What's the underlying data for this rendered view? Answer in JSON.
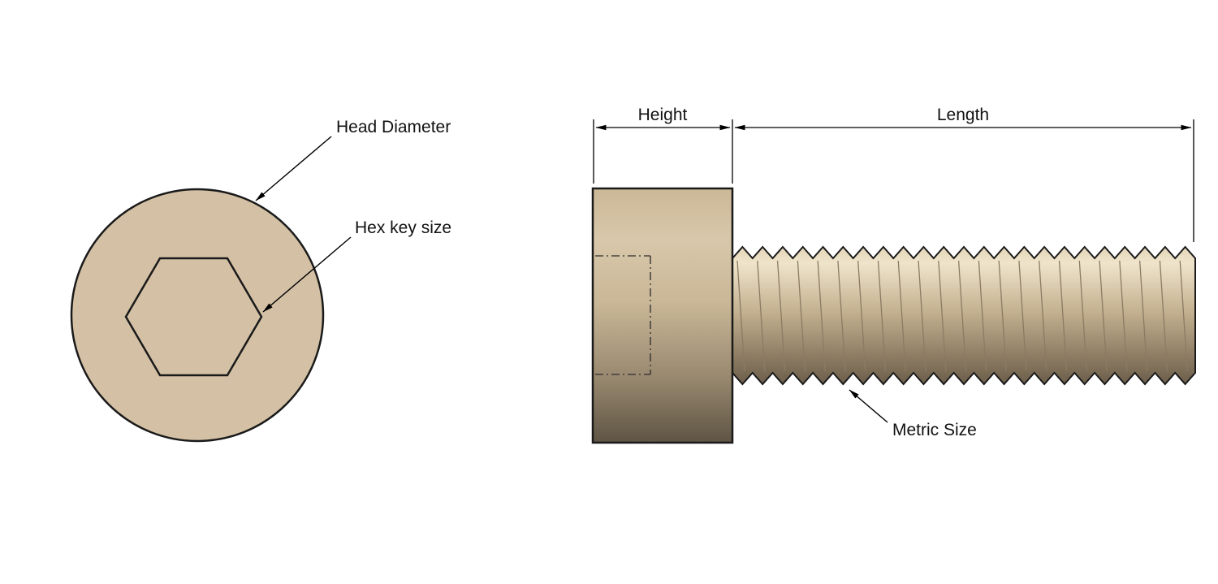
{
  "diagram": {
    "labels": {
      "head_diameter": "Head Diameter",
      "hex_key_size": "Hex key size",
      "height": "Height",
      "length": "Length",
      "metric_size": "Metric Size"
    },
    "colors": {
      "screw_tan": "#d4c1a5",
      "outline": "#1a1a1a",
      "background": "#ffffff"
    }
  }
}
